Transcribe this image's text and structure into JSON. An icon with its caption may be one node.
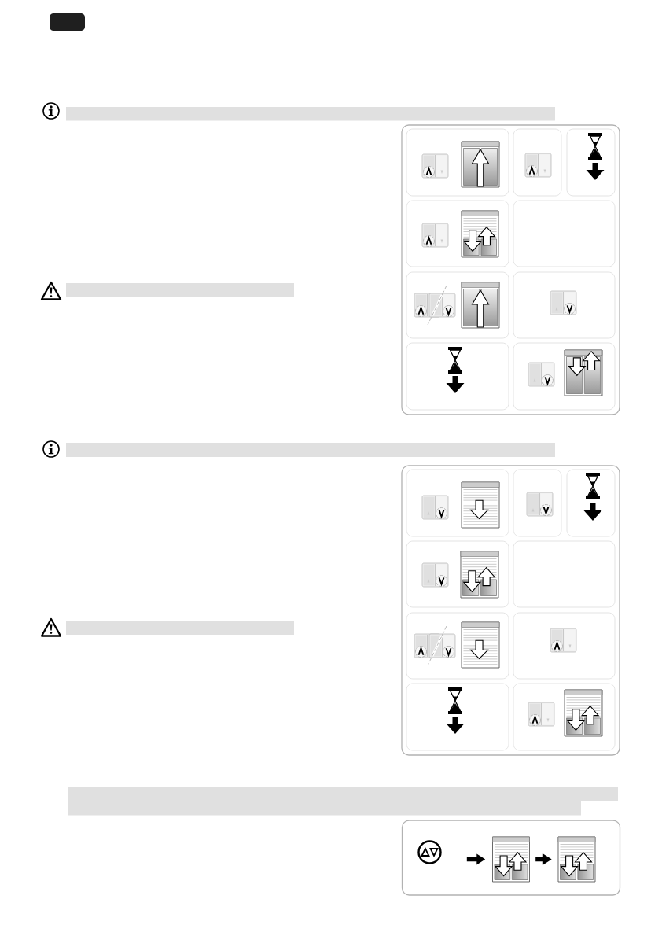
{
  "diagram": {
    "nodes": [
      {
        "text": [],
        "shape": "bar"
      },
      {
        "text": [],
        "shape": "bar"
      },
      {
        "text": [],
        "shape": "bar"
      },
      {
        "text": [],
        "shape": "bar"
      },
      {
        "text": [],
        "shape": "bar"
      },
      {
        "text": [],
        "shape": "box"
      },
      {
        "text": [],
        "shape": "picture",
        "in": 5
      },
      {
        "text": [],
        "shape": "picture",
        "in": 5
      }
    ],
    "edges": [
      {
        "from": null,
        "to": 6,
        "arrow": "to"
      },
      {
        "from": 6,
        "to": 7,
        "arrow": "to"
      }
    ]
  }
}
